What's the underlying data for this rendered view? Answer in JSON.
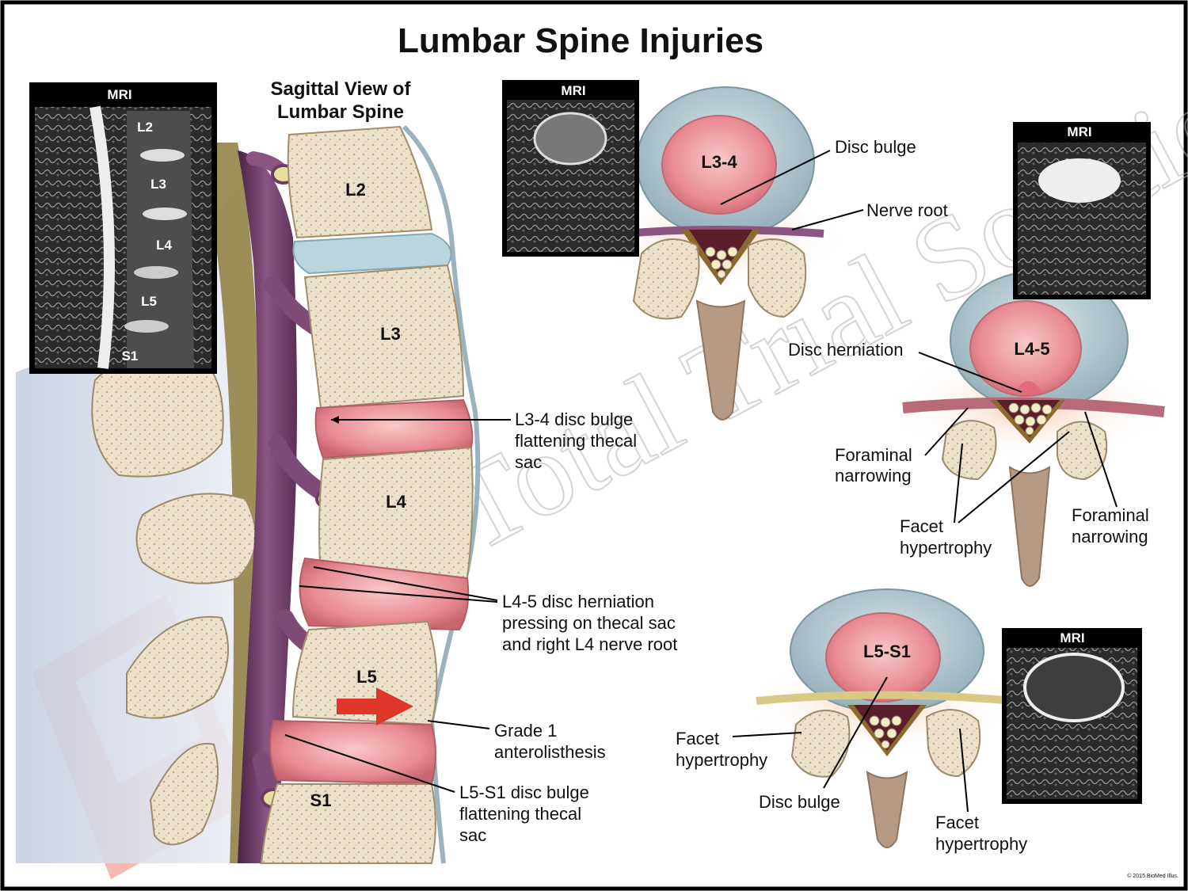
{
  "title": "Lumbar Spine Injuries",
  "sagittal_heading": [
    "Sagittal View of",
    "Lumbar Spine"
  ],
  "mri_label": "MRI",
  "mri_vertebrae": [
    "L2",
    "L3",
    "L4",
    "L5",
    "S1"
  ],
  "vertebrae": [
    "L2",
    "L3",
    "L4",
    "L5",
    "S1"
  ],
  "sagittal_annotations": {
    "l34": [
      "L3-4 disc bulge",
      "flattening thecal",
      "sac"
    ],
    "l45": [
      "L4-5 disc herniation",
      "pressing on thecal sac",
      "and right L4 nerve root"
    ],
    "grade1": [
      "Grade 1",
      "anterolisthesis"
    ],
    "l5s1": [
      "L5-S1 disc bulge",
      "flattening thecal",
      "sac"
    ]
  },
  "axial_l34": {
    "level": "L3-4",
    "disc_bulge": "Disc bulge",
    "nerve_root": "Nerve root"
  },
  "axial_l45": {
    "level": "L4-5",
    "disc_herniation": "Disc herniation",
    "foraminal_left": [
      "Foraminal",
      "narrowing"
    ],
    "facet": [
      "Facet",
      "hypertrophy"
    ],
    "foraminal_right": [
      "Foraminal",
      "narrowing"
    ]
  },
  "axial_l5s1": {
    "level": "L5-S1",
    "facet_left": [
      "Facet",
      "hypertrophy"
    ],
    "disc_bulge": "Disc bulge",
    "facet_right": [
      "Facet",
      "hypertrophy"
    ]
  },
  "watermark": "Total Trial Solutions",
  "copyright": "© 2015 BioMed Illus.",
  "colors": {
    "border": "#000000",
    "bone": "#e9dcc4",
    "disc_nucleus": "#e88a92",
    "annulus": "#a9c3cc",
    "thecal_sac": "#6b3d66",
    "ligament": "#8a7a3a",
    "arrow": "#e0372a",
    "watermark": "#e8665a"
  }
}
